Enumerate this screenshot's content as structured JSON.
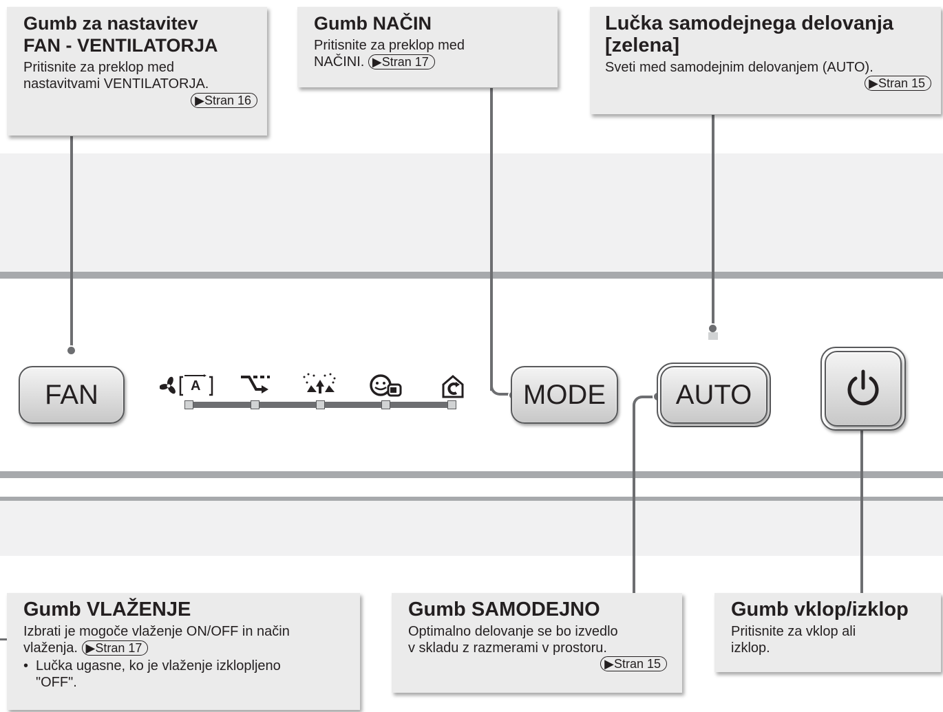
{
  "callouts": {
    "fan": {
      "title_line1": "Gumb za nastavitev",
      "title_line2": "FAN - VENTILATORJA",
      "body_line1": "Pritisnite za preklop med",
      "body_line2": "nastavitvami VENTILATORJA.",
      "ref": "▶Stran 16"
    },
    "mode": {
      "title": "Gumb NAČIN",
      "body_line1": "Pritisnite za preklop med",
      "body_line2": "NAČINI.",
      "ref": "▶Stran 17"
    },
    "auto_lamp": {
      "title_line1": "Lučka samodejnega delovanja",
      "title_line2": "[zelena]",
      "body": "Sveti med samodejnim delovanjem (AUTO).",
      "ref": "▶Stran 15"
    },
    "humidify": {
      "title": "Gumb VLAŽENJE",
      "body_line1": "Izbrati je mogoče vlaženje ON/OFF in način",
      "body_line2": "vlaženja.",
      "ref": "▶Stran 17",
      "bullet_line1": "Lučka ugasne, ko je vlaženje izklopljeno",
      "bullet_line2": "\"OFF\"."
    },
    "auto_button": {
      "title": "Gumb SAMODEJNO",
      "body_line1": "Optimalno delovanje se bo izvedlo",
      "body_line2": "v skladu z razmerami v prostoru.",
      "ref": "▶Stran 15"
    },
    "power": {
      "title": "Gumb vklop/izklop",
      "body_line1": "Pritisnite za vklop ali",
      "body_line2": "izklop."
    }
  },
  "panel": {
    "fan_button": "FAN",
    "mode_button": "MODE",
    "auto_button": "AUTO",
    "fan_icons": [
      "fan-auto-icon",
      "quiet-icon",
      "turbo-icon",
      "pollen-icon",
      "economy-icon"
    ],
    "fan_auto_letter": "A"
  },
  "colors": {
    "callout_bg": "#ebebeb",
    "panel_band": "#f1f1f2",
    "rule": "#a7a9ac",
    "leader": "#6d6e71"
  }
}
